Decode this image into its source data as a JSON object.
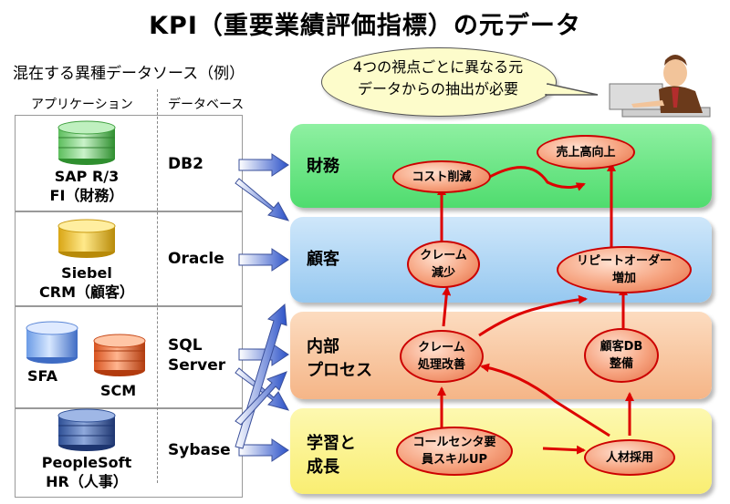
{
  "title": "KPI（重要業績評価指標）の元データ",
  "subtitle": "混在する異種データソース（例）",
  "bubble": {
    "line1": "4つの視点ごとに異なる元",
    "line2": "データからの抽出が必要"
  },
  "headers": {
    "applications": "アプリケーション",
    "databases": "データベース"
  },
  "apps": [
    {
      "line1": "SAP R/3",
      "line2": "FI（財務）",
      "db": "DB2"
    },
    {
      "line1": "Siebel",
      "line2": "CRM（顧客）",
      "db": "Oracle"
    },
    {
      "line1": "SFA",
      "line2": "SCM",
      "db_line1": "SQL",
      "db_line2": "Server"
    },
    {
      "line1": "PeopleSoft",
      "line2": "HR（人事）",
      "db": "Sybase"
    }
  ],
  "perspectives": [
    {
      "line1": "財務",
      "line2": ""
    },
    {
      "line1": "顧客",
      "line2": ""
    },
    {
      "line1": "内部",
      "line2": "プロセス"
    },
    {
      "line1": "学習と",
      "line2": "成長"
    }
  ],
  "kpis": {
    "cost_reduction": "コスト削減",
    "sales_up": "売上高向上",
    "claims_down_1": "クレーム",
    "claims_down_2": "減少",
    "repeat_orders_1": "リピートオーダー",
    "repeat_orders_2": "増加",
    "claims_process_1": "クレーム",
    "claims_process_2": "処理改善",
    "customer_db_1": "顧客DB",
    "customer_db_2": "整備",
    "callcenter_1": "コールセンタ要",
    "callcenter_2": "員スキルUP",
    "hiring": "人材採用"
  },
  "colors": {
    "finance_band": "#62e77f",
    "customer_band": "#a9d3f4",
    "process_band": "#f8c49b",
    "learning_band": "#fbf38c",
    "kpi_border": "#cc0000",
    "db_arrow": "#3557c8"
  }
}
